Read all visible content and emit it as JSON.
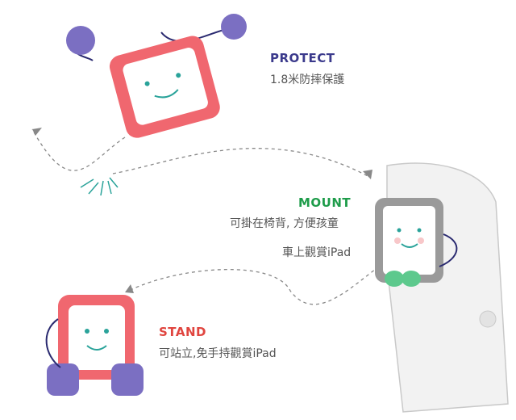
{
  "colors": {
    "protect": "#3b3a8c",
    "mount": "#1e9c4a",
    "stand": "#e0453f",
    "case_red": "#f0676f",
    "case_green": "#5dc98d",
    "case_purple": "#7b6fc2",
    "screen_face": "#2aa39a",
    "body_text": "#555555"
  },
  "protect": {
    "title": "PROTECT",
    "subtitle": "1.8米防摔保護"
  },
  "mount": {
    "title": "MOUNT",
    "line1": "可掛在椅背, 方便孩童",
    "line2": "車上觀賞iPad"
  },
  "stand": {
    "title": "STAND",
    "subtitle": "可站立,免手持觀賞iPad"
  },
  "icons": [
    "tablet-case-icon",
    "headrest-icon",
    "car-seat-icon",
    "impact-burst-icon"
  ]
}
